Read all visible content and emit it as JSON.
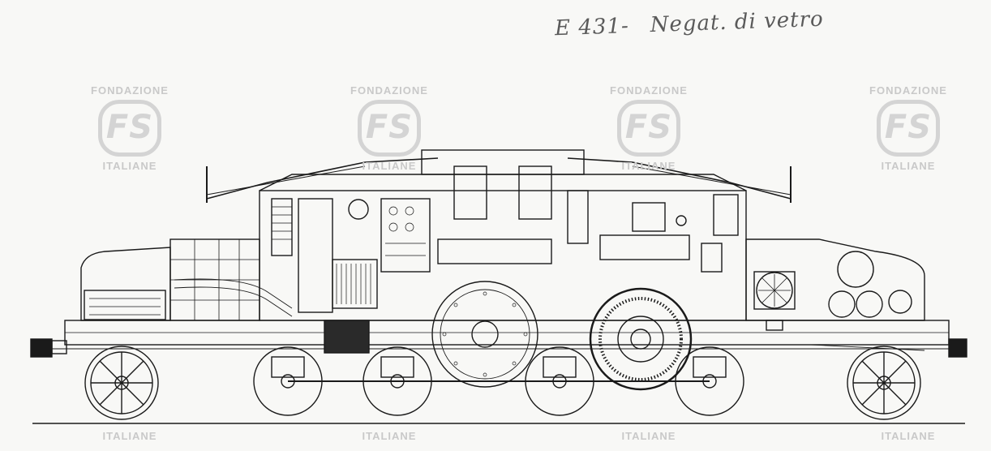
{
  "annotation": {
    "code": "E 431-",
    "note": "Negat. di vetro"
  },
  "watermark": {
    "line1": "FONDAZIONE",
    "logo": "FS",
    "line2": "ITALIANE"
  },
  "colors": {
    "ink": "#1a1a1a",
    "paper": "#f8f8f6",
    "watermark": "#cfcfcf"
  }
}
